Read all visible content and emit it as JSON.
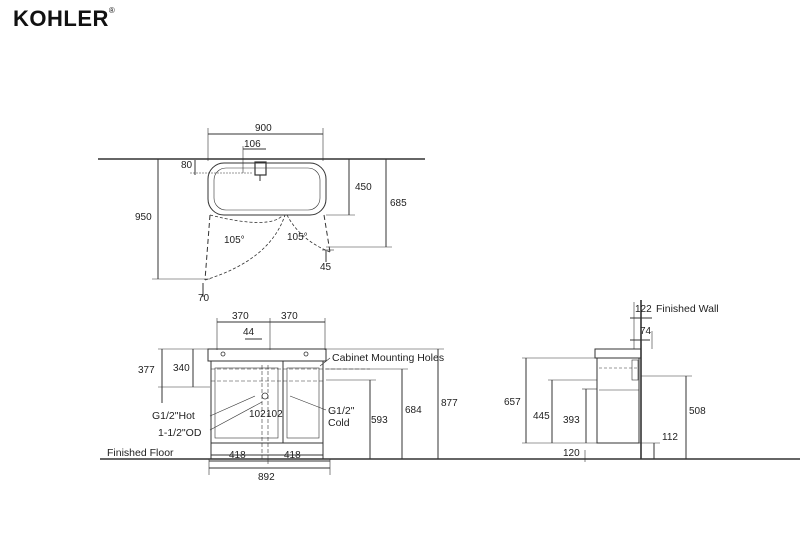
{
  "brand": {
    "logo_text": "KOHLER",
    "registered_mark": "®"
  },
  "top_view": {
    "width": "900",
    "tap_offset": "106",
    "tap_depth": "80",
    "basin_depth": "450",
    "overall_depth": "685",
    "clearance_depth": "950",
    "door_angle_left": "105°",
    "door_angle_right": "105°",
    "gap_left": "70",
    "gap_right": "45"
  },
  "front_view": {
    "half_width_left": "370",
    "half_width_right": "370",
    "center_offset": "44",
    "top_height": "377",
    "rail_height": "340",
    "cabinet_holes_label": "Cabinet Mounting Holes",
    "hot_label": "G1/2\"Hot",
    "od_label": "1-1/2\"OD",
    "cold_label_line1": "G1/2\"",
    "cold_label_line2": "Cold",
    "inlet_left": "102",
    "inlet_right": "102",
    "height_593": "593",
    "height_684": "684",
    "height_877": "877",
    "bottom_left": "418",
    "bottom_right": "418",
    "total_width": "892",
    "finished_floor_label": "Finished Floor"
  },
  "side_view": {
    "top_dim": "122",
    "finished_wall_label": "Finished Wall",
    "rim_dim": "74",
    "height_657": "657",
    "height_445": "445",
    "height_393": "393",
    "height_508": "508",
    "foot_dim": "112",
    "wall_gap": "120"
  }
}
